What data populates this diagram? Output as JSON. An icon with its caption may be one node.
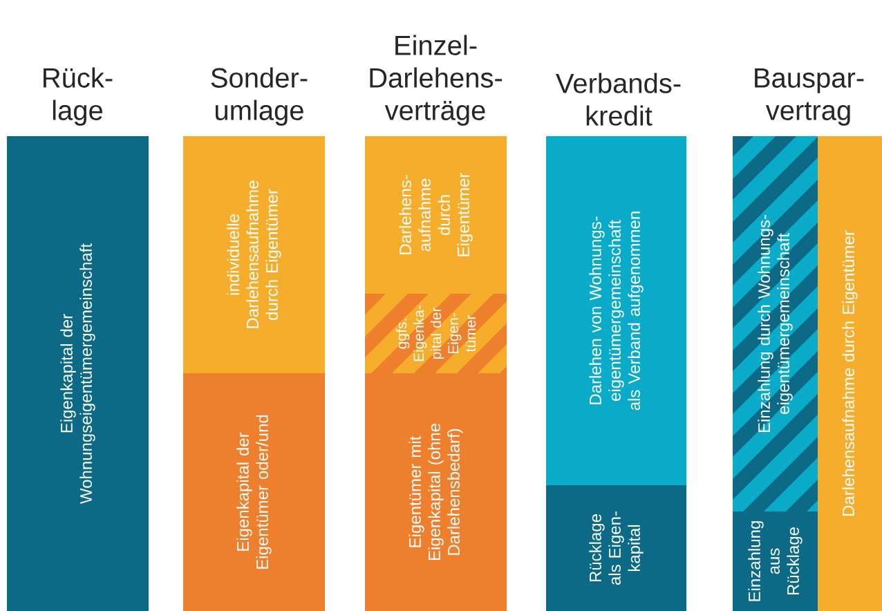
{
  "diagram": {
    "nodes": [
      {
        "text": [
          "Eigenkapital der Wohnungseigentümergemeinschaft"
        ]
      },
      {
        "text": [
          "individuelle Darlehensaufnahme durch Eigentümer"
        ]
      },
      {
        "text": [
          "Eigenkapital der Eigentümer oder/und"
        ]
      },
      {
        "text": [
          "Darlehens- aufnahme durch Eigentümer"
        ]
      },
      {
        "text": [
          "ggfs. Eigenka- pital der Eigen- tümer"
        ]
      },
      {
        "text": [
          "Eigentümer mit Eigenkapital (ohne Darlehensbedarf)"
        ]
      },
      {
        "text": [
          "Darlehen von Wohnungs- eigentümergemeinschaft als Verband aufgenommen"
        ]
      },
      {
        "text": [
          "Rücklage als Eigen- kapital"
        ]
      },
      {
        "text": [
          "Einzahlung durch Wohnungs- eigentümergemeinschaft"
        ]
      },
      {
        "text": [
          "Einzahlung aus Rücklage"
        ]
      },
      {
        "text": [
          "Darlehensaufnahme durch Eigentümer"
        ]
      }
    ],
    "labels": [
      "Rück- lage",
      "Sonder- umlage",
      "Einzel- Darlehens- verträge",
      "Verbands- kredit",
      "Bauspar- vertrag"
    ]
  }
}
